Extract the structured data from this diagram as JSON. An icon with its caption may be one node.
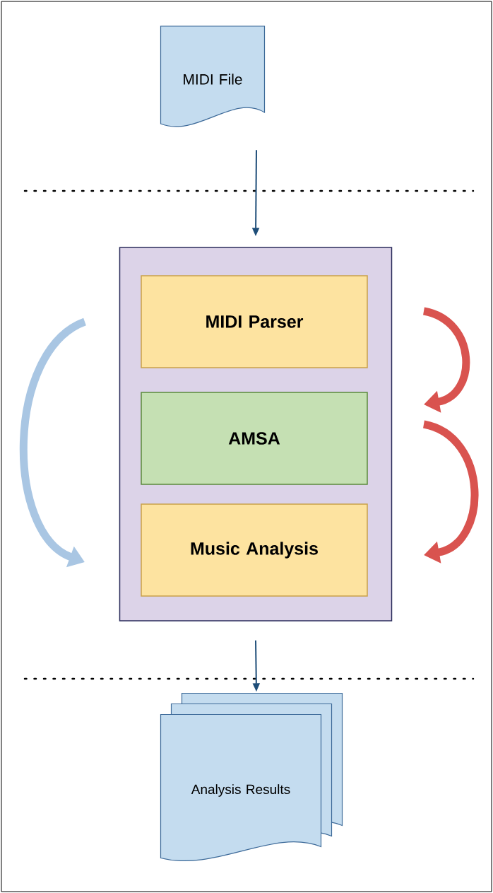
{
  "diagram": {
    "nodes": [
      {
        "text": [
          "MIDI File"
        ]
      },
      {
        "text": [],
        "shape": "box"
      },
      {
        "text": [
          "MIDI Parser"
        ],
        "in": 1
      },
      {
        "text": [
          "AMSA"
        ],
        "in": 1
      },
      {
        "text": [
          "Music Analysis"
        ],
        "in": 1
      },
      {
        "text": [
          "Analysis Results"
        ]
      }
    ],
    "edges": [
      {
        "from": 0,
        "to": 1,
        "arrow": "to"
      },
      {
        "from": 1,
        "to": 5,
        "arrow": "to"
      }
    ]
  }
}
